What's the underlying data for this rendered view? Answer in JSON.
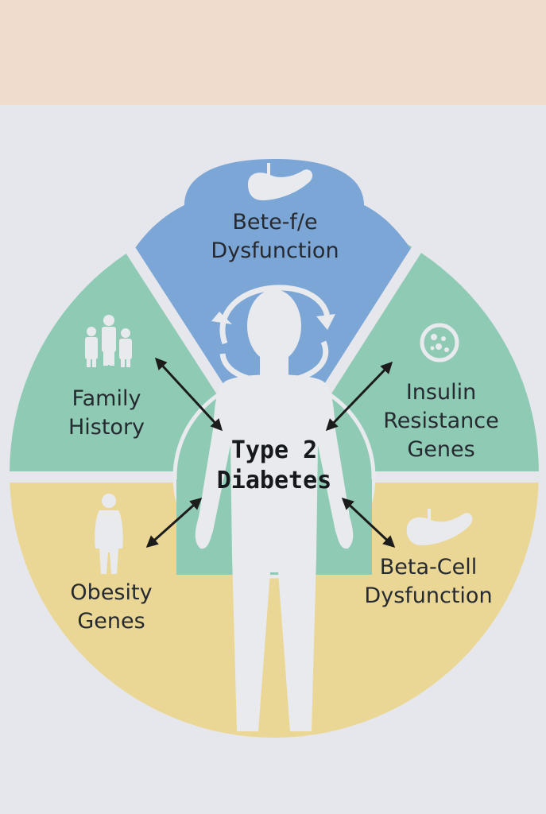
{
  "colors": {
    "wall": "#efdccc",
    "board": "#e6e7ec",
    "blue": "#7ca6d6",
    "green": "#8fcbb4",
    "yellow": "#ead795",
    "figure": "#e8eaee",
    "arrow": "#1c1c1c",
    "text": "#262a30"
  },
  "center": {
    "line1": "Type 2",
    "line2": "Diabetes"
  },
  "segments": {
    "top": {
      "line1": "Bete-f/e",
      "line2": "Dysfunction",
      "icon": "pancreas-icon"
    },
    "upper_left": {
      "line1": "Family",
      "line2": "History",
      "icon": "family-icon"
    },
    "upper_right": {
      "line1": "Insulin",
      "line2": "Resistance",
      "line3": "Genes",
      "icon": "cell-icon"
    },
    "lower_left": {
      "line1": "Obesity",
      "line2": "Genes",
      "icon": "person-icon"
    },
    "lower_right": {
      "line1": "Beta-Cell",
      "line2": "Dysfunction",
      "icon": "pancreas-icon"
    }
  }
}
